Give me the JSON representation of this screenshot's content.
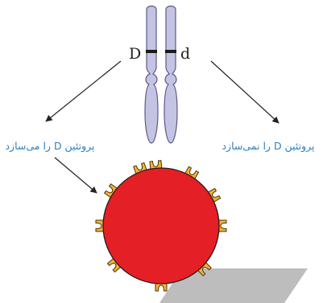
{
  "alleles": {
    "left": "D",
    "right": "d"
  },
  "labels": {
    "left": "پروتئین D را می‌سازد",
    "right": "پروتئین D را نمی‌سازد"
  },
  "colors": {
    "chromosome_fill": "#c4c3e3",
    "chromosome_stroke": "#5d5a88",
    "band": "#1a1a1a",
    "cell_fill": "#e41f26",
    "cell_stroke": "#2a1a1a",
    "receptor_fill": "#f2b233",
    "receptor_stroke": "#4a3510",
    "shadow": "#bdbdbd",
    "label_text": "#2e7fc2",
    "arrow": "#222222"
  }
}
